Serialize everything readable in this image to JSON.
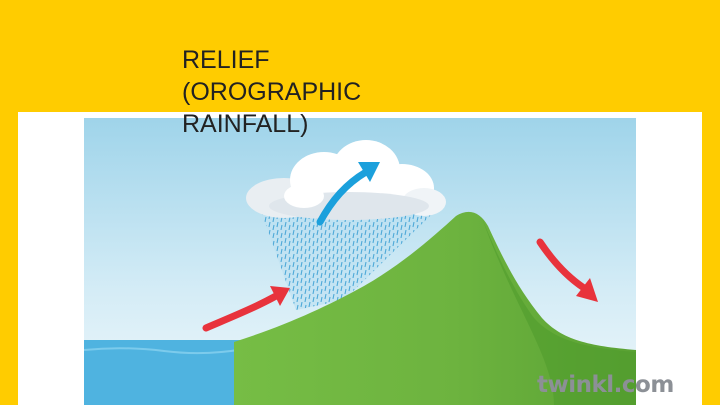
{
  "slide": {
    "title": "RELIEF\n(OROGRAPHIC\nRAINFALL)",
    "background_color": "#FFCC00"
  },
  "illustration": {
    "elements": [
      "sky",
      "cloud",
      "rain",
      "mountain",
      "sea",
      "moist-air-arrow",
      "rising-air-arrow",
      "descending-air-arrow"
    ],
    "arrow_colors": {
      "moist_air": "#E8333C",
      "rising_air": "#1BA0DC",
      "descending_air": "#E8333C"
    },
    "mountain_color": "#6DB33F",
    "sea_color": "#4FB3E0"
  },
  "watermark": {
    "text": "twinkl.com"
  }
}
